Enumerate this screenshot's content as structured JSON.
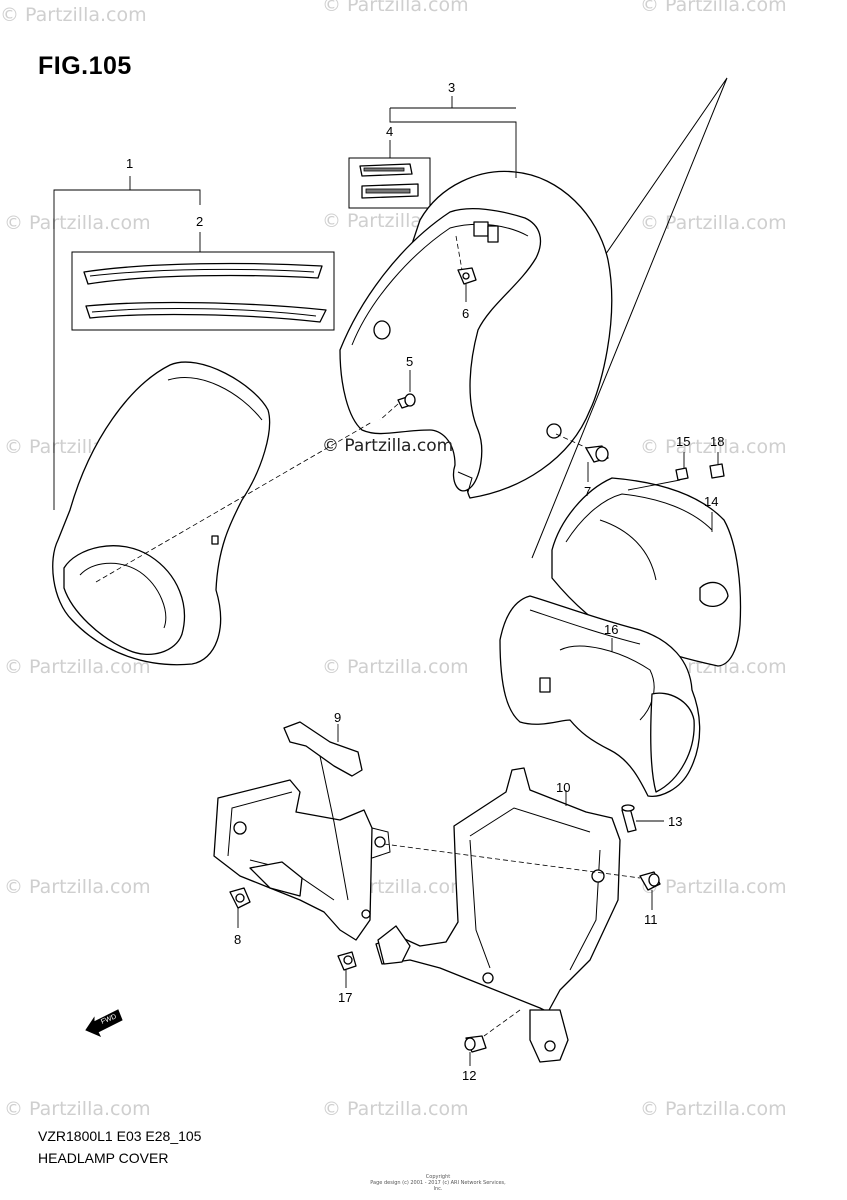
{
  "figure": {
    "title": "FIG.105"
  },
  "callouts": [
    {
      "id": "1",
      "label": "1"
    },
    {
      "id": "2",
      "label": "2"
    },
    {
      "id": "3",
      "label": "3"
    },
    {
      "id": "4",
      "label": "4"
    },
    {
      "id": "5",
      "label": "5"
    },
    {
      "id": "6",
      "label": "6"
    },
    {
      "id": "7",
      "label": "7"
    },
    {
      "id": "8",
      "label": "8"
    },
    {
      "id": "9",
      "label": "9"
    },
    {
      "id": "10",
      "label": "10"
    },
    {
      "id": "11",
      "label": "11"
    },
    {
      "id": "12",
      "label": "12"
    },
    {
      "id": "13",
      "label": "13"
    },
    {
      "id": "14",
      "label": "14"
    },
    {
      "id": "15",
      "label": "15"
    },
    {
      "id": "16",
      "label": "16"
    },
    {
      "id": "17",
      "label": "17"
    },
    {
      "id": "18",
      "label": "18"
    }
  ],
  "watermark": {
    "text": "© Partzilla.com",
    "center_text": "© Partzilla.com"
  },
  "footer": {
    "model": "VZR1800L1 E03 E28_105",
    "section": "HEADLAMP COVER",
    "copyright_line1": "Copyright",
    "copyright_line2": "Page design (c) 2001 - 2017 (c) ARI Network Services, Inc."
  },
  "direction_arrow": {
    "label": "FWD"
  }
}
